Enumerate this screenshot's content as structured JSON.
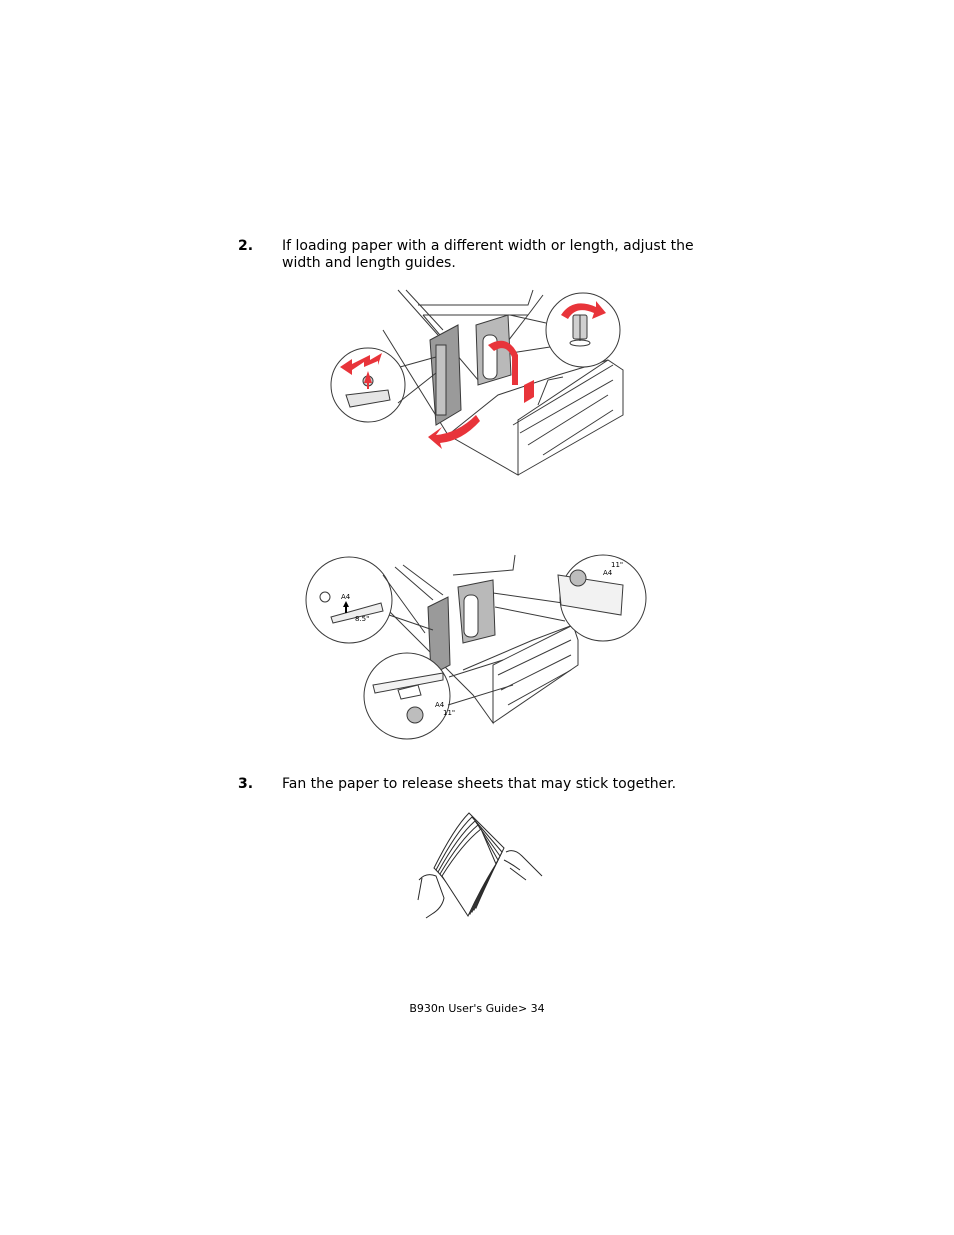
{
  "steps": [
    {
      "number": "2.",
      "text": "If loading paper with a different width or length, adjust the width and length guides."
    },
    {
      "number": "3.",
      "text": "Fan the paper to release sheets that may stick together."
    }
  ],
  "figures": {
    "fig1": {
      "labels": []
    },
    "fig2": {
      "labels": [
        "A4",
        "8.5\"",
        "A4",
        "11\"",
        "A4",
        "11\""
      ]
    },
    "fig3": {
      "labels": []
    }
  },
  "footer": {
    "text": "B930n User's Guide> 34"
  },
  "colors": {
    "accent_red": "#e8343a",
    "line": "#3a3a3a",
    "gray_fill": "#9a9a9a"
  }
}
